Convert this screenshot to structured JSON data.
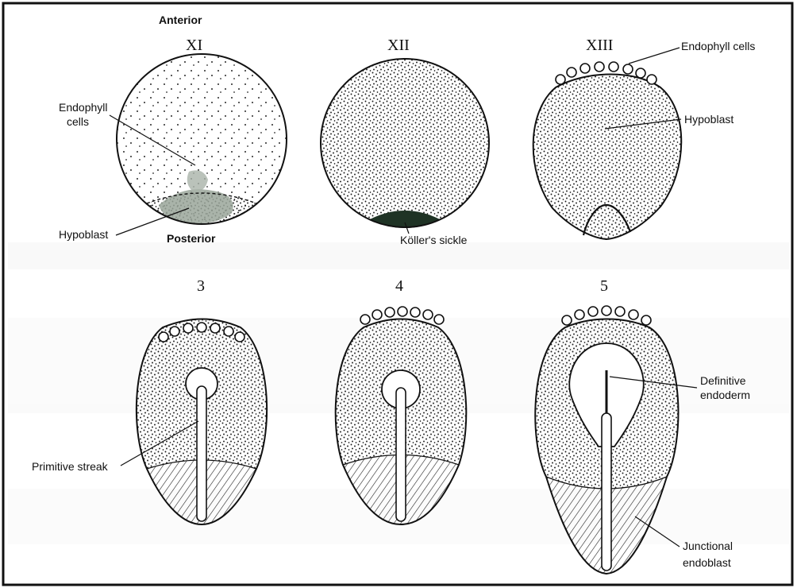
{
  "stages_top": [
    "XI",
    "XII",
    "XIII"
  ],
  "stages_bottom": [
    "3",
    "4",
    "5"
  ],
  "orientation": {
    "anterior": "Anterior",
    "posterior": "Posterior"
  },
  "labels": {
    "endophyll_cells_xi_line1": "Endophyll",
    "endophyll_cells_xi_line2": "cells",
    "hypoblast_xi": "Hypoblast",
    "koller_sickle": "Köller's sickle",
    "endophyll_cells_xiii": "Endophyll cells",
    "hypoblast_xiii": "Hypoblast",
    "primitive_streak": "Primitive streak",
    "definitive_endoderm_line1": "Definitive",
    "definitive_endoderm_line2": "endoderm",
    "junctional_endoblast_line1": "Junctional",
    "junctional_endoblast_line2": "endoblast"
  },
  "colors": {
    "stipple": "#1a1a1a",
    "sickle": "#1f3325",
    "hypoblast_patch": "#9aa69a",
    "hatch": "#222222",
    "outline": "#111111"
  }
}
